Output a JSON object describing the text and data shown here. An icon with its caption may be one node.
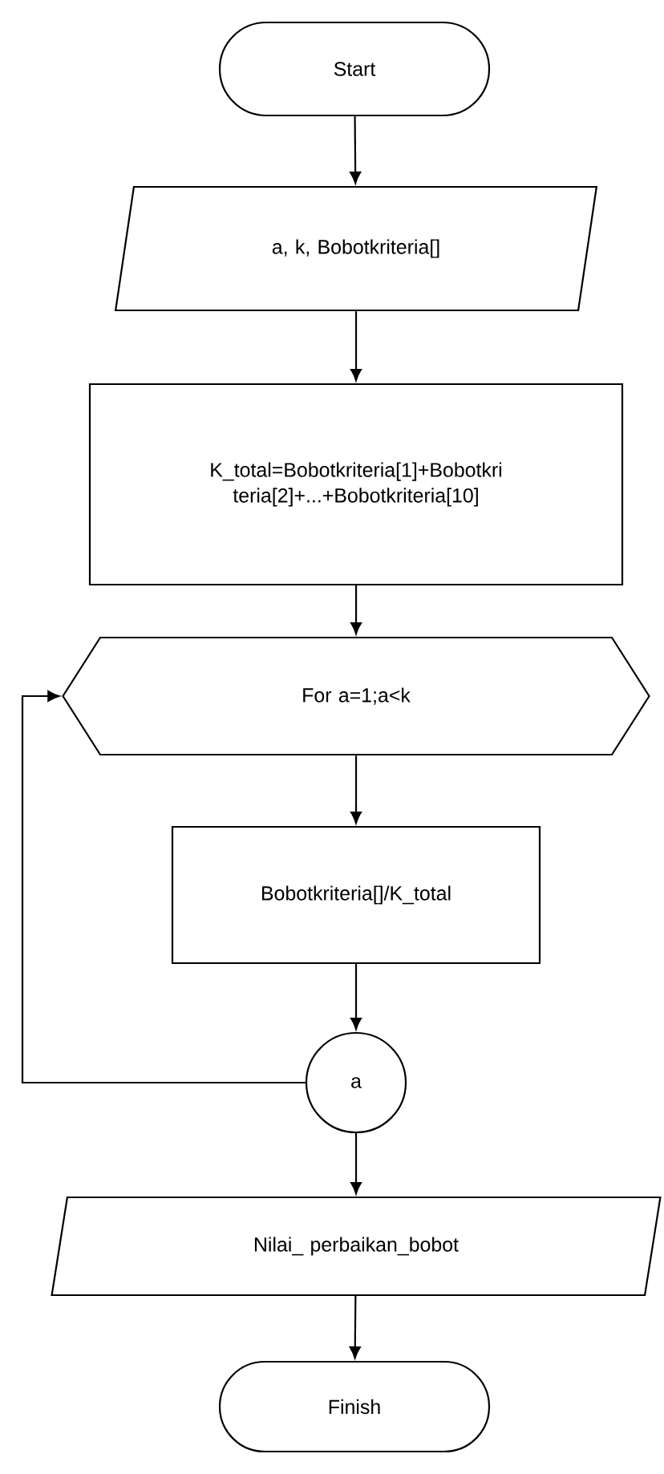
{
  "diagram": {
    "nodes": [
      {
        "text": [
          "Start"
        ]
      },
      {
        "text": [
          "a, k, Bobotkriteria[]"
        ]
      },
      {
        "text": [
          "K_total=Bobotkriteria[1]+Bobotkri teria[2]+...+Bobotkriteria[10]"
        ]
      },
      {
        "text": [
          "For a=1;a<k"
        ]
      },
      {
        "text": [
          "Bobotkriteria[]/K_total"
        ]
      },
      {
        "text": [
          "a"
        ]
      },
      {
        "text": [
          "Nilai_ perbaikan_bobot"
        ]
      },
      {
        "text": [
          "Finish"
        ]
      }
    ],
    "edges": [
      {
        "from": 0,
        "to": 1,
        "arrow": "to"
      },
      {
        "from": 1,
        "to": 2,
        "arrow": "to"
      },
      {
        "from": 2,
        "to": 3,
        "arrow": "to"
      },
      {
        "from": 3,
        "to": 4,
        "arrow": "to"
      },
      {
        "from": 4,
        "to": 5,
        "arrow": "to"
      },
      {
        "from": 5,
        "to": 3,
        "arrow": "to"
      },
      {
        "from": 5,
        "to": 6,
        "arrow": "to"
      },
      {
        "from": 6,
        "to": 7,
        "arrow": "to"
      }
    ]
  }
}
